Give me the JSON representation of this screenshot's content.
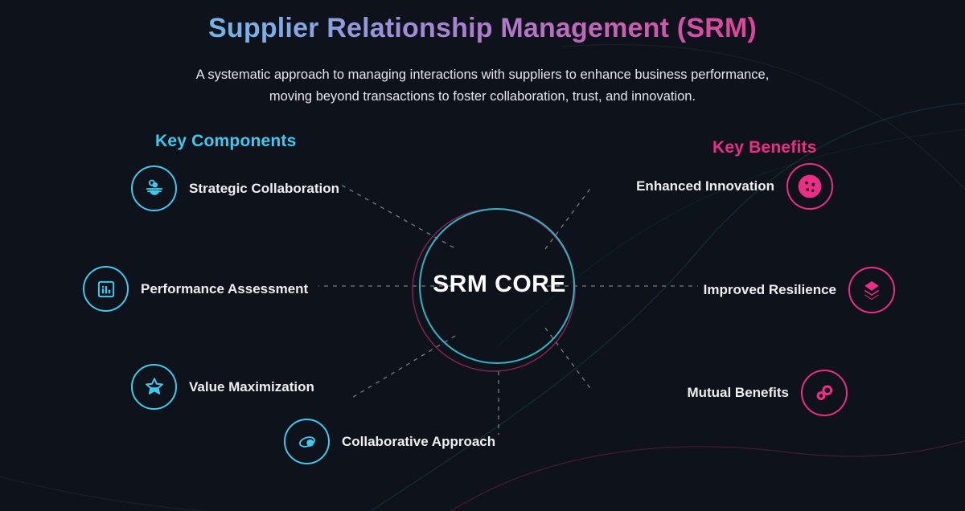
{
  "title": "Supplier Relationship Management (SRM)",
  "subtitle": "A systematic approach to managing interactions with suppliers to enhance business performance, moving beyond transactions to foster collaboration, trust, and innovation.",
  "core": {
    "label": "SRM CORE"
  },
  "components": {
    "heading": "Key Components",
    "accent_color": "#3ec9ef",
    "items": [
      {
        "label": "Strategic Collaboration",
        "icon": "handshake-icon"
      },
      {
        "label": "Performance Assessment",
        "icon": "bar-chart-icon"
      },
      {
        "label": "Value Maximization",
        "icon": "star-icon"
      },
      {
        "label": "Collaborative Approach",
        "icon": "orbit-icon"
      }
    ]
  },
  "benefits": {
    "heading": "Key Benefits",
    "accent_color": "#ee2d86",
    "items": [
      {
        "label": "Enhanced Innovation",
        "icon": "cookie-icon"
      },
      {
        "label": "Improved Resilience",
        "icon": "layers-icon"
      },
      {
        "label": "Mutual Benefits",
        "icon": "rings-icon"
      }
    ]
  },
  "colors": {
    "background": "#0e121a",
    "core_ring_teal": "#2fb4c4",
    "core_ring_pink": "#b5296b",
    "dashed_line": "#98a0aa",
    "label_text": "#edeff1"
  }
}
